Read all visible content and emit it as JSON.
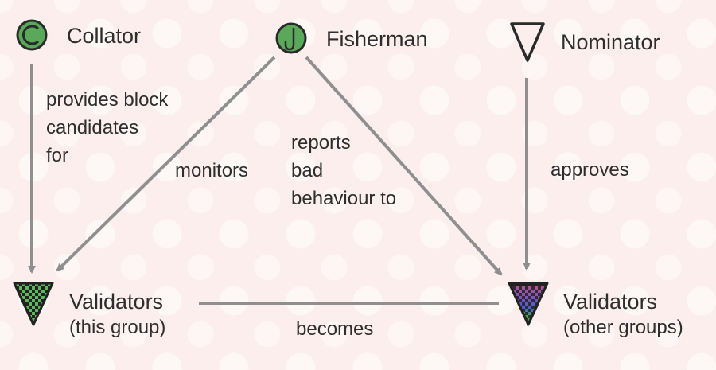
{
  "nodes": {
    "collator": {
      "label": "Collator",
      "icon": "copyright-c-icon",
      "fill": "#5aa85a"
    },
    "fisherman": {
      "label": "Fisherman",
      "icon": "fish-hook-icon",
      "fill": "#5aa85a"
    },
    "nominator": {
      "label": "Nominator",
      "icon": "hollow-triangle-icon"
    },
    "validators_this": {
      "label_line1": "Validators",
      "label_line2": "(this group)",
      "icon": "green-checkered-triangle-icon"
    },
    "validators_other": {
      "label_line1": "Validators",
      "label_line2": "(other groups)",
      "icon": "multicolor-checkered-triangle-icon"
    }
  },
  "edges": {
    "collator_to_validators": {
      "lines": [
        "provides block",
        "candidates",
        "for"
      ]
    },
    "fisherman_monitors": {
      "lines": [
        "monitors"
      ]
    },
    "fisherman_reports": {
      "lines": [
        "reports",
        "bad",
        "behaviour to"
      ]
    },
    "nominator_approves": {
      "lines": [
        "approves"
      ]
    },
    "validators_becomes": {
      "lines": [
        "becomes"
      ]
    }
  },
  "colors": {
    "arrow": "#8f8f8f",
    "node_green": "#5aa85a",
    "outline": "#2a2a2a"
  }
}
